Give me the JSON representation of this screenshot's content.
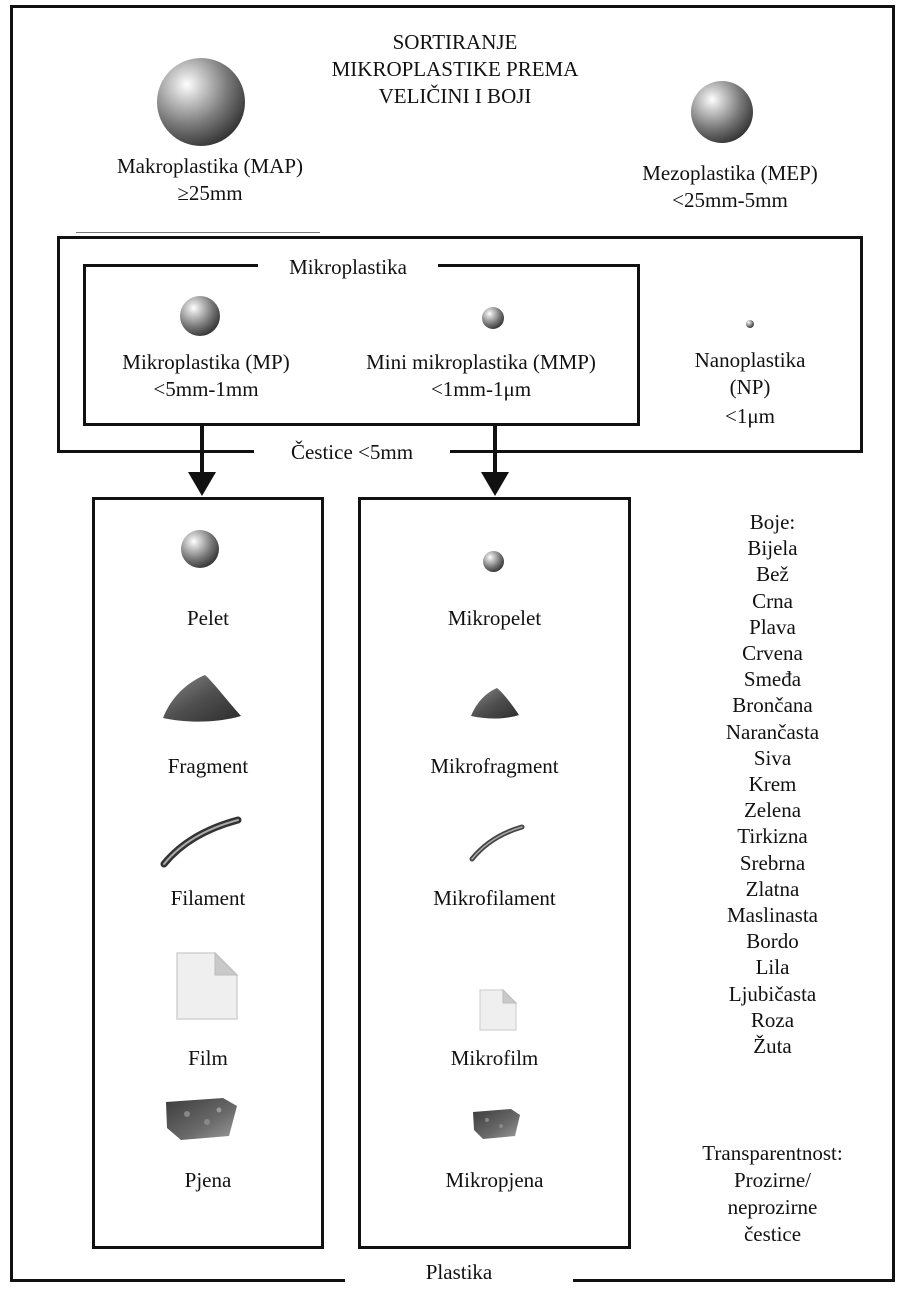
{
  "title": [
    "SORTIRANJE",
    "MIKROPLASTIKE PREMA",
    "VELIČINI I BOJI"
  ],
  "sizes": {
    "macro": {
      "name": "Makroplastika (MAP)",
      "range": "≥25mm"
    },
    "meso": {
      "name": "Mezoplastika (MEP)",
      "range": "<25mm-5mm"
    },
    "micro": {
      "name": "Mikroplastika (MP)",
      "range": "<5mm-1mm"
    },
    "mini": {
      "name": "Mini mikroplastika (MMP)",
      "range": "<1mm-1μm"
    },
    "nano": {
      "name_line1": "Nanoplastika",
      "name_line2": "(NP)",
      "range": "<1μm"
    }
  },
  "group_label": "Mikroplastika",
  "particles_label": "Čestice <5mm",
  "shapes_left": [
    "Pelet",
    "Fragment",
    "Filament",
    "Film",
    "Pjena"
  ],
  "shapes_right": [
    "Mikropelet",
    "Mikrofragment",
    "Mikrofilament",
    "Mikrofilm",
    "Mikropjena"
  ],
  "colors_header": "Boje:",
  "colors": [
    "Bijela",
    "Bež",
    "Crna",
    "Plava",
    "Crvena",
    "Smeđa",
    "Brončana",
    "Narančasta",
    "Siva",
    "Krem",
    "Zelena",
    "Tirkizna",
    "Srebrna",
    "Zlatna",
    "Maslinasta",
    "Bordo",
    "Lila",
    "Ljubičasta",
    "Roza",
    "Žuta"
  ],
  "transparency_header": "Transparentnost:",
  "transparency_values": [
    "Prozirne/",
    "neprozirne",
    "čestice"
  ],
  "footer_label": "Plastika"
}
